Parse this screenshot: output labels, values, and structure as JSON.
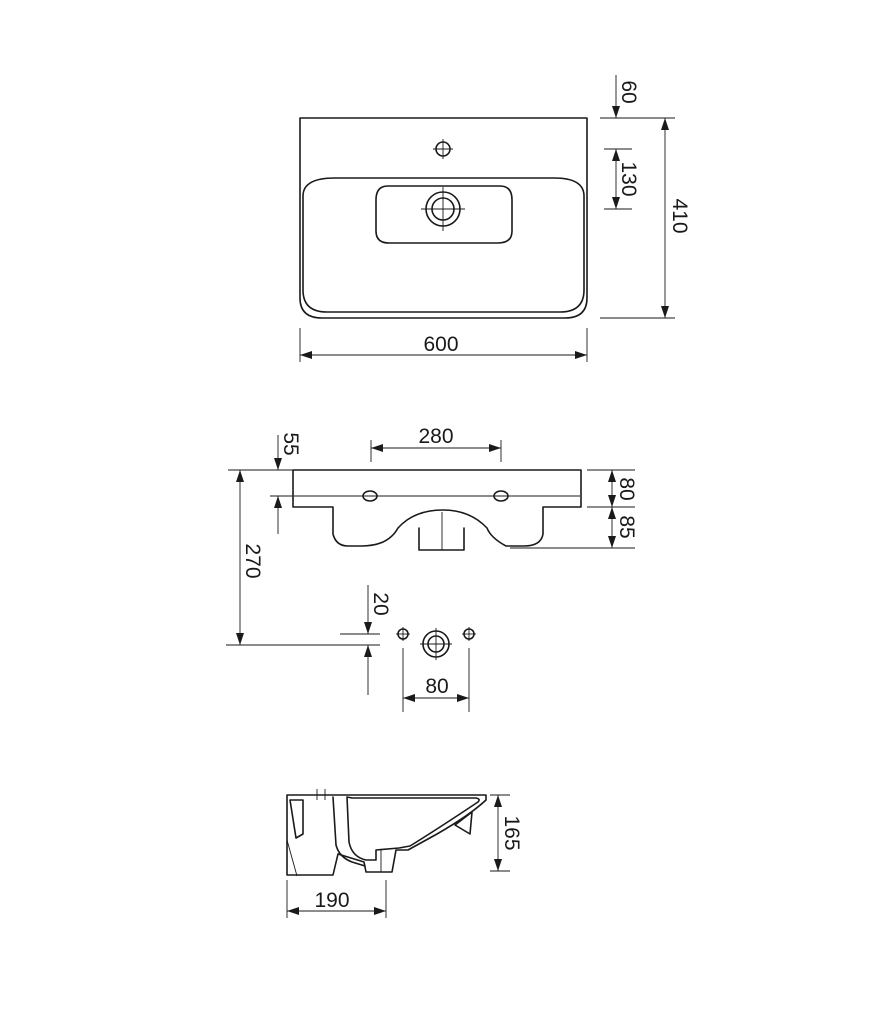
{
  "dimensions": {
    "top_depth_60": "60",
    "top_tap_130": "130",
    "top_total_410": "410",
    "top_width_600": "600",
    "front_tap_spacing_280": "280",
    "front_top_55": "55",
    "front_rim_80": "80",
    "front_bowl_85": "85",
    "front_height_270": "270",
    "holes_offset_20": "20",
    "holes_spacing_80": "80",
    "side_height_165": "165",
    "side_depth_190": "190"
  }
}
